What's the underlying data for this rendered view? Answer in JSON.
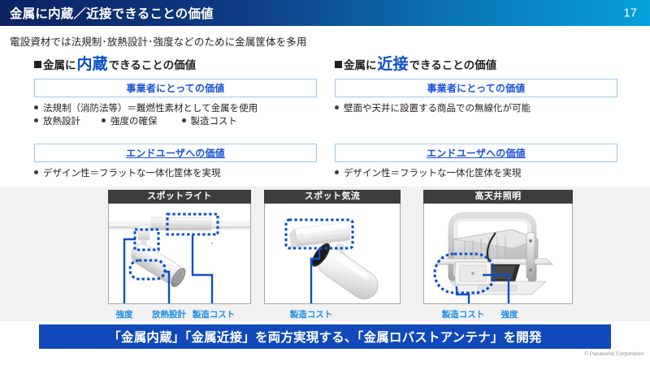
{
  "header": {
    "title": "金属に内蔵／近接できることの価値",
    "page_number": "17",
    "gradient_start": "#0b2260",
    "gradient_end": "#06a0dc"
  },
  "lead": {
    "text": "電設資材では法規制･放熱設計･強度などのために金属筐体を多用"
  },
  "columns": [
    {
      "heading_prefix": "金属に",
      "heading_highlight": "内蔵",
      "heading_suffix": "できることの価値",
      "business_box": "事業者にとっての価値",
      "business_bullets_row1": [
        "法規制（消防法等）＝難燃性素材として金属を使用"
      ],
      "business_bullets_row2": [
        "放熱設計",
        "強度の確保",
        "製造コスト"
      ],
      "enduser_box": "エンドユーザへの価値",
      "enduser_bullets": [
        "デザイン性＝フラットな一体化筐体を実現"
      ]
    },
    {
      "heading_prefix": "金属に",
      "heading_highlight": "近接",
      "heading_suffix": "できることの価値",
      "business_box": "事業者にとっての価値",
      "business_bullets_row1": [
        "壁面や天井に設置する商品での無線化が可能"
      ],
      "business_bullets_row2": [],
      "enduser_box": "エンドユーザへの価値",
      "enduser_bullets": [
        "デザイン性＝フラットな一体化筐体を実現"
      ]
    }
  ],
  "panels": [
    {
      "caption": "スポットライト",
      "product": "track-spotlight",
      "callouts": [
        "強度",
        "放熱設計",
        "製造コスト"
      ]
    },
    {
      "caption": "スポット気流",
      "product": "air-spot-blower",
      "callouts": [
        "製造コスト"
      ]
    },
    {
      "caption": "高天井照明",
      "product": "high-bay-luminaire",
      "callouts": [
        "製造コスト",
        "強度"
      ]
    }
  ],
  "banner": {
    "text": "「金属内蔵」「金属近接」を両方実現する、「金属ロバストアンテナ」を開発",
    "color": "#1149ba"
  },
  "copyright": {
    "text": "© Panasonic Corporation"
  },
  "theme": {
    "highlight_blue": "#0b4fd0",
    "box_text_blue": "#1a53d8",
    "box_border_blue": "#9dc8f0",
    "callout_blue": "#1f8fe8",
    "annotation_blue": "#0b50c8",
    "band_gray": "#f1f1f1",
    "caption_gray": "#3d3d3d"
  }
}
